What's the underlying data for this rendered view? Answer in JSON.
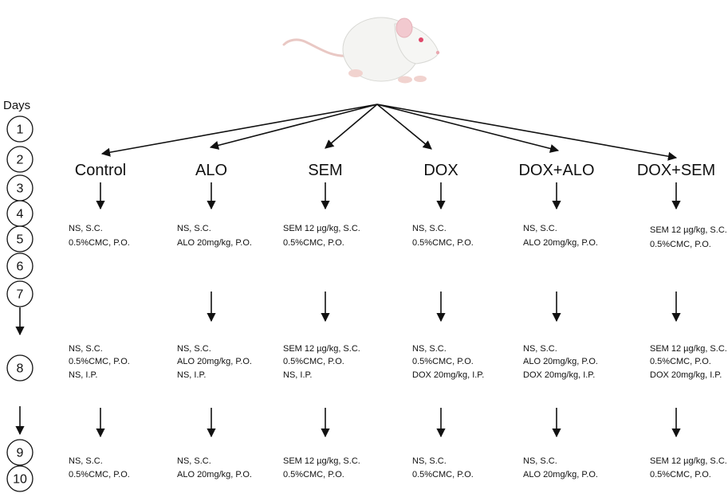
{
  "days_label": "Days",
  "days": [
    "1",
    "2",
    "3",
    "4",
    "5",
    "6",
    "7",
    "8",
    "9",
    "10"
  ],
  "groups": [
    {
      "title": "Control",
      "treatments": [
        [
          "NS, S.C.",
          "0.5%CMC, P.O."
        ],
        [
          "NS, S.C.",
          "0.5%CMC, P.O.",
          "NS, I.P."
        ],
        [
          "NS, S.C.",
          "0.5%CMC, P.O."
        ]
      ]
    },
    {
      "title": "ALO",
      "treatments": [
        [
          "NS, S.C.",
          "ALO 20mg/kg, P.O."
        ],
        [
          "NS, S.C.",
          "ALO 20mg/kg, P.O.",
          "NS, I.P."
        ],
        [
          "NS, S.C.",
          "ALO 20mg/kg, P.O."
        ]
      ]
    },
    {
      "title": "SEM",
      "treatments": [
        [
          "SEM 12 µg/kg, S.C.",
          "0.5%CMC, P.O."
        ],
        [
          "SEM 12 µg/kg, S.C.",
          "0.5%CMC, P.O.",
          "NS, I.P."
        ],
        [
          "SEM 12 µg/kg, S.C.",
          "0.5%CMC, P.O."
        ]
      ]
    },
    {
      "title": "DOX",
      "treatments": [
        [
          "NS, S.C.",
          "0.5%CMC, P.O."
        ],
        [
          "NS, S.C.",
          "0.5%CMC, P.O.",
          "DOX 20mg/kg, I.P."
        ],
        [
          "NS, S.C.",
          "0.5%CMC, P.O."
        ]
      ]
    },
    {
      "title": "DOX+ALO",
      "treatments": [
        [
          "NS, S.C.",
          "ALO 20mg/kg, P.O."
        ],
        [
          "NS, S.C.",
          "ALO 20mg/kg, P.O.",
          "DOX 20mg/kg, I.P."
        ],
        [
          "NS, S.C.",
          "ALO 20mg/kg, P.O."
        ]
      ]
    },
    {
      "title": "DOX+SEM",
      "treatments": [
        [
          "SEM 12 µg/kg, S.C.",
          "0.5%CMC, P.O."
        ],
        [
          "SEM 12 µg/kg, S.C.",
          "0.5%CMC, P.O.",
          "DOX 20mg/kg, I.P."
        ],
        [
          "SEM 12 µg/kg, S.C.",
          "0.5%CMC, P.O."
        ]
      ]
    }
  ],
  "colors": {
    "line": "#111111",
    "rat_body": "#f4f4f2",
    "rat_eye": "#e0486a",
    "rat_ear": "#f2c9cf"
  }
}
